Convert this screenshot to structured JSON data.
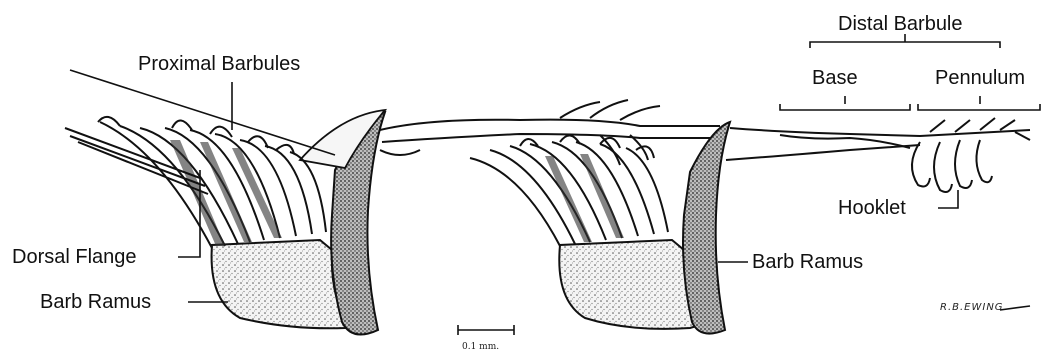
{
  "labels": {
    "proximal_barbules": "Proximal Barbules",
    "distal_barbule": "Distal Barbule",
    "base": "Base",
    "pennulum": "Pennulum",
    "hooklet": "Hooklet",
    "dorsal_flange": "Dorsal Flange",
    "barb_ramus_left": "Barb Ramus",
    "barb_ramus_right": "Barb Ramus"
  },
  "scale_bar": {
    "label": "0.1 mm."
  },
  "signature": "R.B.EWING"
}
